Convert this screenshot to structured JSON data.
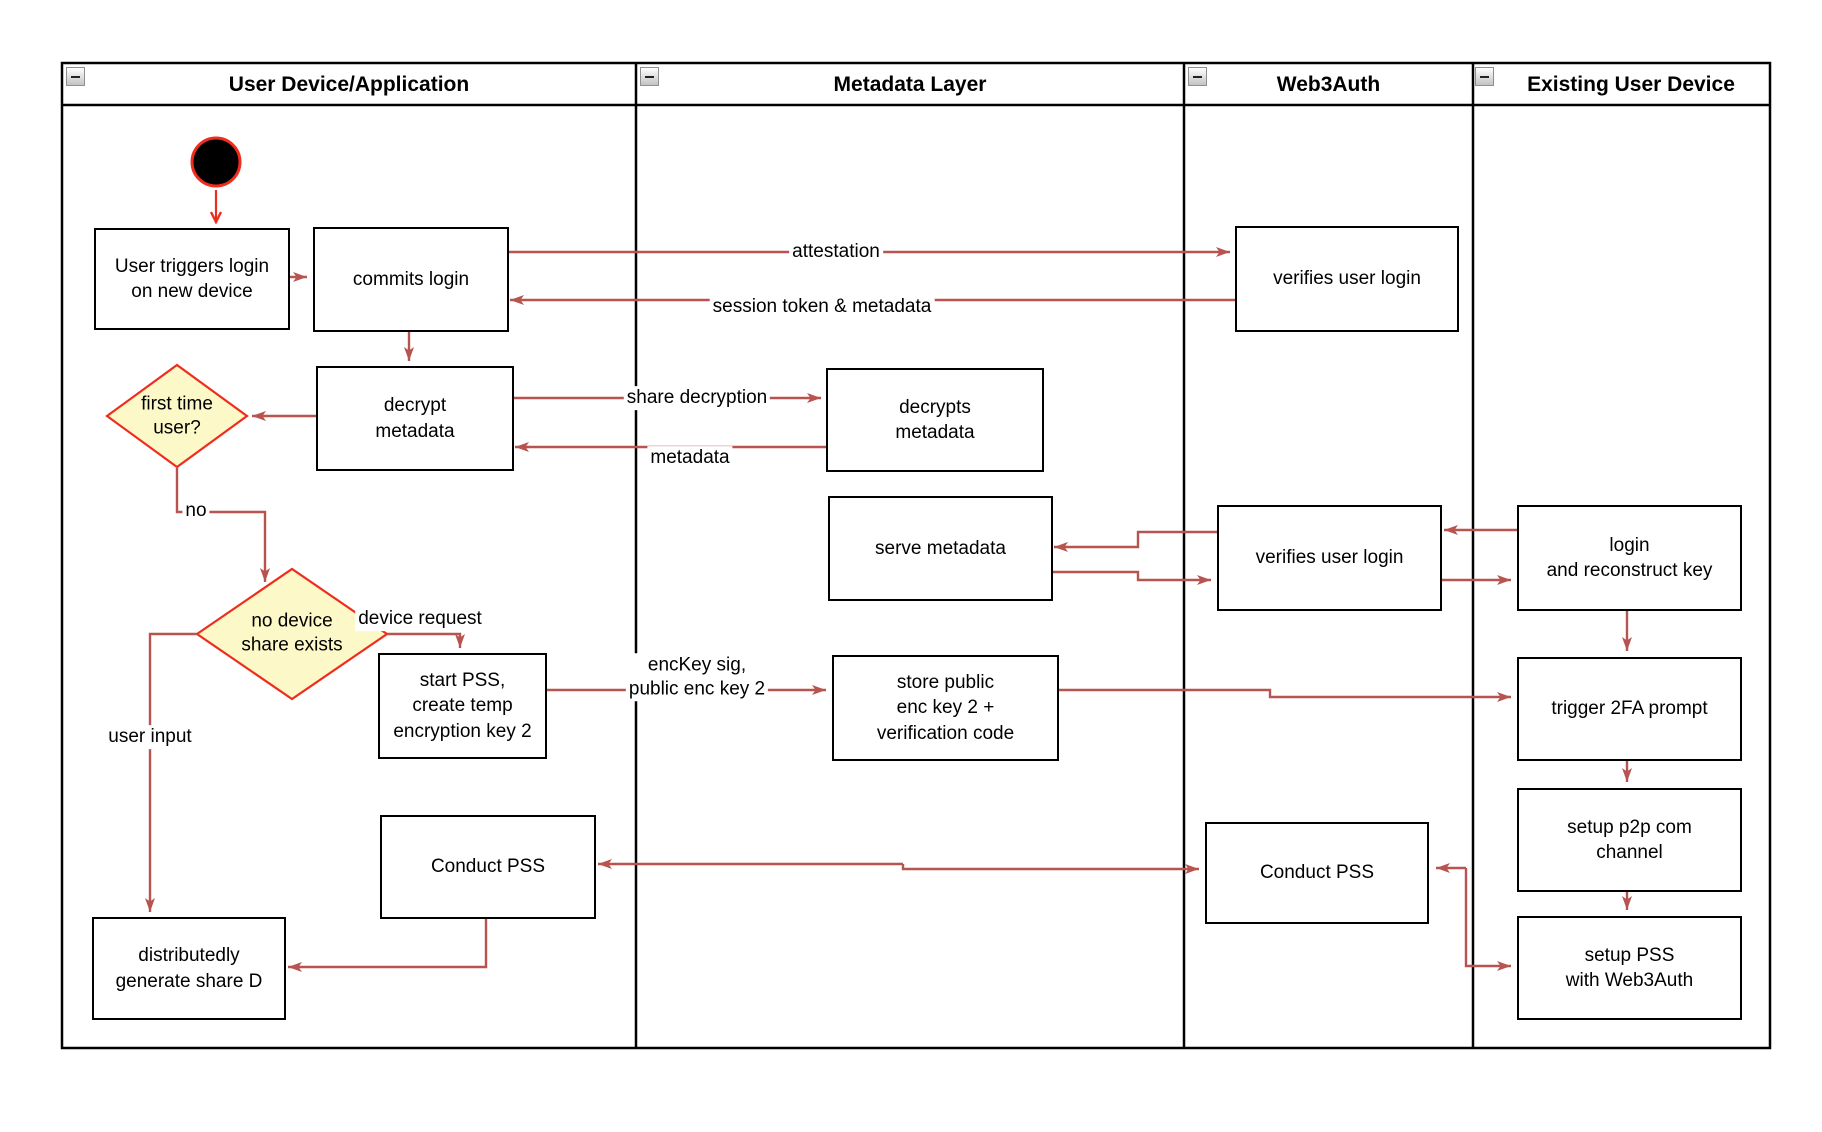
{
  "colors": {
    "arrow": "#B85450",
    "red": "#EE2D1D",
    "diamond_fill": "#FCF8C8",
    "node_border": "#000000"
  },
  "lanes": [
    {
      "title": "User Device/Application"
    },
    {
      "title": "Metadata Layer"
    },
    {
      "title": "Web3Auth"
    },
    {
      "title": "Existing User Device"
    }
  ],
  "nodes": {
    "user_triggers": {
      "label": "User triggers login\non new device"
    },
    "commits_login": {
      "label": "commits login"
    },
    "decrypt_metadata": {
      "label": "decrypt\nmetadata"
    },
    "first_time_user": {
      "label": "first time\nuser?"
    },
    "no_device_share": {
      "label": "no device\nshare exists"
    },
    "start_pss": {
      "label": "start PSS,\ncreate temp\nencryption key 2"
    },
    "conduct_pss_user": {
      "label": "Conduct PSS"
    },
    "distributedly": {
      "label": "distributedly\ngenerate share D"
    },
    "decrypts_metadata": {
      "label": "decrypts\nmetadata"
    },
    "serve_metadata": {
      "label": "serve metadata"
    },
    "store_public": {
      "label": "store public\nenc key 2 +\nverification code"
    },
    "verifies_login_top": {
      "label": "verifies user login"
    },
    "verifies_login_mid": {
      "label": "verifies user login"
    },
    "conduct_pss_w3a": {
      "label": "Conduct PSS"
    },
    "login_reconstruct": {
      "label": "login\nand reconstruct key"
    },
    "trigger_2fa": {
      "label": "trigger 2FA prompt"
    },
    "setup_p2p": {
      "label": "setup p2p com\nchannel"
    },
    "setup_pss": {
      "label": "setup PSS\nwith Web3Auth"
    }
  },
  "edge_labels": {
    "attestation": "attestation",
    "session_token": "session token & metadata",
    "share_decryption": "share decryption",
    "metadata": "metadata",
    "no": "no",
    "device_request": "device request",
    "user_input": "user input",
    "enckey": "encKey sig,\npublic enc key 2"
  }
}
